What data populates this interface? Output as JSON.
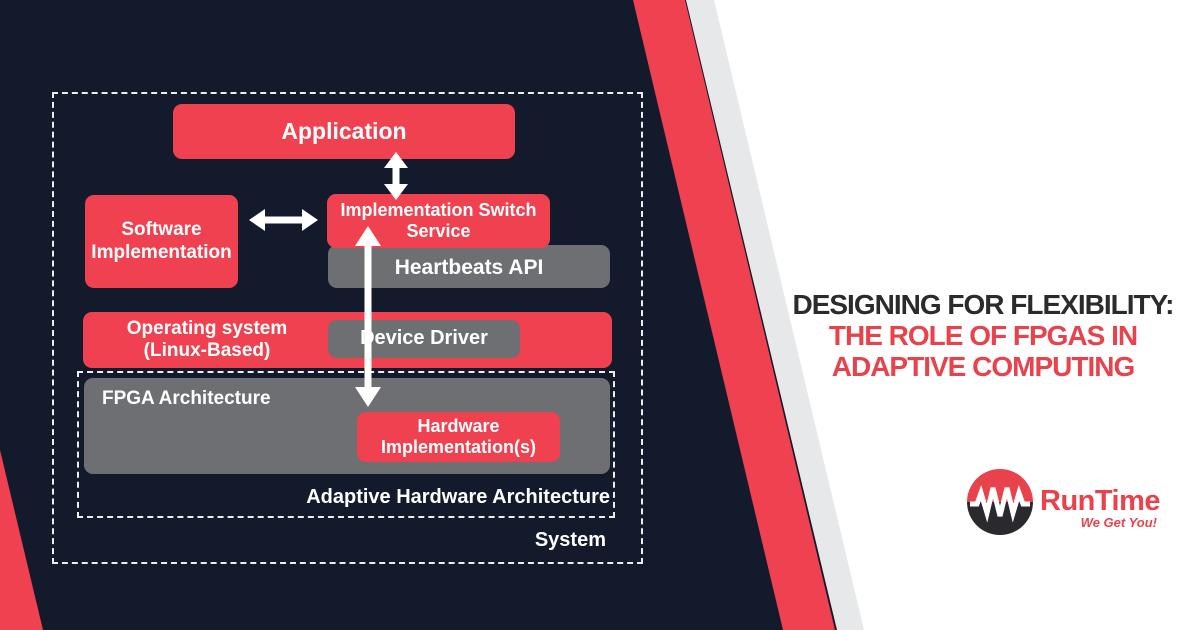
{
  "colors": {
    "background_navy": "#131A2B",
    "accent_red": "#EF4150",
    "box_gray": "#6E6F72",
    "title_dark": "#2B2B2E",
    "title_red": "#E8434D",
    "white": "#FFFFFF"
  },
  "diagram": {
    "nodes": {
      "application": "Application",
      "software_implementation": "Software\nImplementation",
      "implementation_switch_service": "Implementation Switch\nService",
      "heartbeats_api": "Heartbeats API",
      "operating_system": "Operating system\n(Linux-Based)",
      "device_driver": "Device Driver",
      "hardware_implementations": "Hardware\nImplementation(s)"
    },
    "containers": {
      "fpga_architecture": "FPGA Architecture",
      "adaptive_hardware_architecture": "Adaptive Hardware Architecture",
      "system": "System"
    }
  },
  "title": {
    "line1": "DESIGNING FOR FLEXIBILITY:",
    "line2": "THE ROLE OF FPGAS IN",
    "line3": "ADAPTIVE COMPUTING"
  },
  "logo": {
    "wordmark": "RunTime",
    "tagline": "We Get You!"
  }
}
